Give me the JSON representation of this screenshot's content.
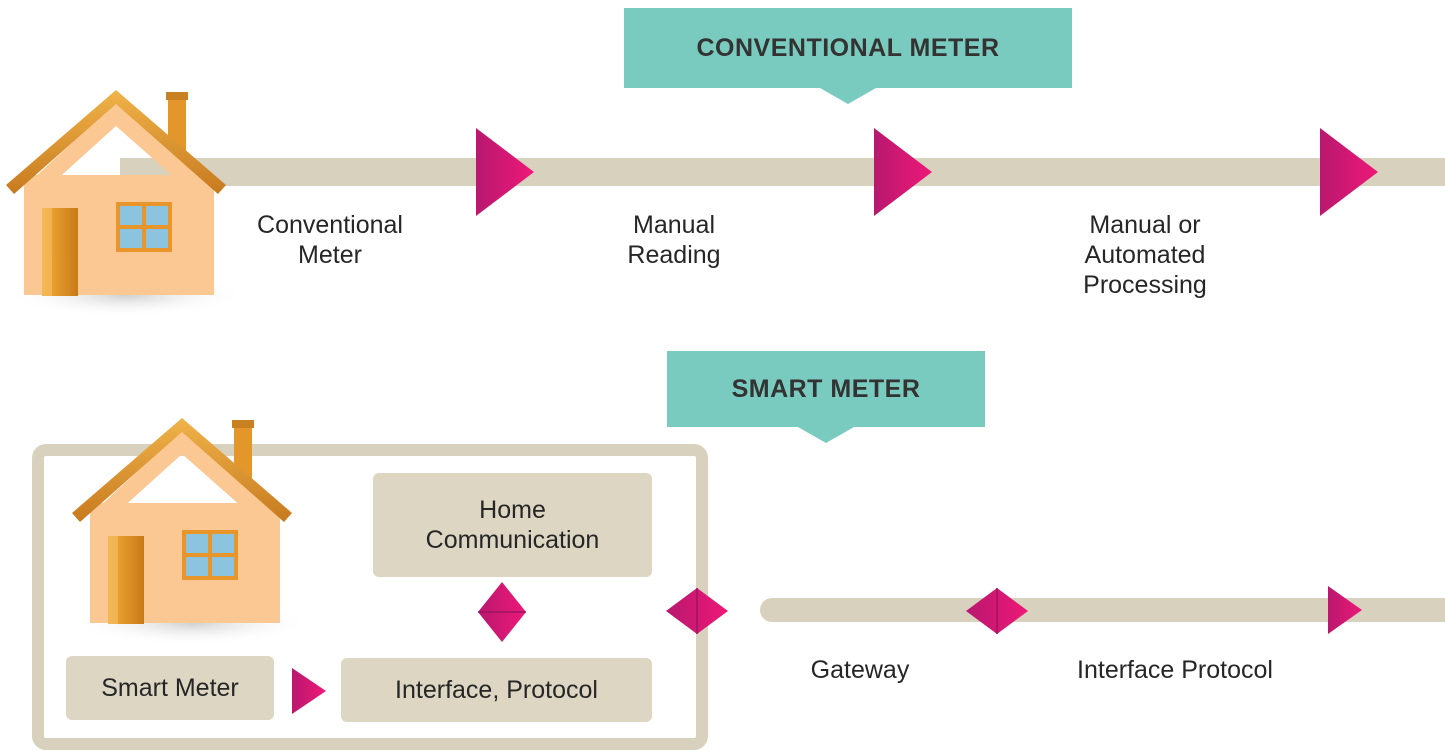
{
  "conventional": {
    "banner": "CONVENTIONAL METER",
    "steps": [
      {
        "label": "Conventional\nMeter"
      },
      {
        "label": "Manual\nReading"
      },
      {
        "label": "Manual or\nAutomated\nProcessing"
      }
    ]
  },
  "smart": {
    "banner": "SMART METER",
    "home_communication": "Home\nCommunication",
    "smart_meter": "Smart Meter",
    "interface_protocol_box": "Interface, Protocol",
    "gateway": "Gateway",
    "interface_protocol": "Interface Protocol"
  },
  "colors": {
    "bar": "#d8d1bd",
    "accent": "#e5157a",
    "banner": "#79cbbf",
    "house_wall": "#fbc894",
    "house_roof": "#e49a2c"
  }
}
